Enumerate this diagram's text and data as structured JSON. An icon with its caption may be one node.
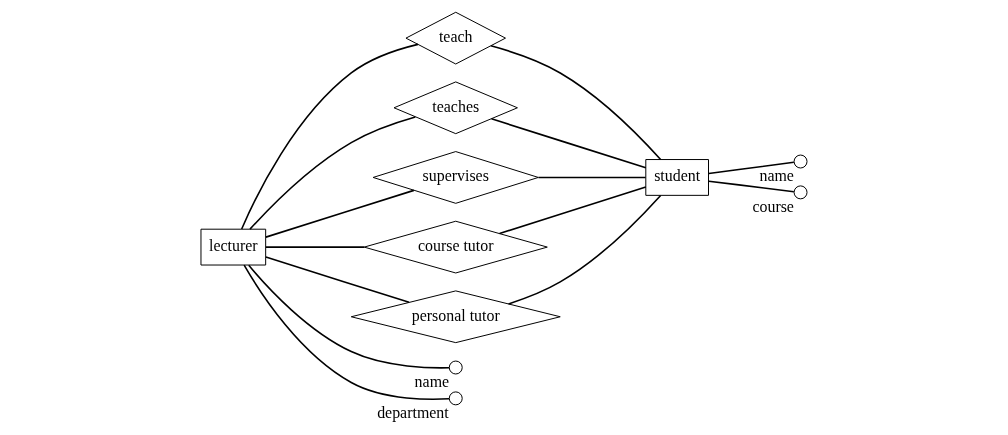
{
  "diagram": {
    "nodes": [
      {
        "text": [
          "lecturer"
        ]
      },
      {
        "text": [
          "student"
        ]
      },
      {
        "text": [
          "teach"
        ]
      },
      {
        "text": [
          "teaches"
        ]
      },
      {
        "text": [
          "supervises"
        ]
      },
      {
        "text": [
          "course tutor"
        ]
      },
      {
        "text": [
          "personal tutor"
        ]
      },
      {
        "text": [],
        "shape": "circle",
        "beside": [
          "name"
        ]
      },
      {
        "text": [],
        "shape": "circle",
        "beside": [
          "department"
        ]
      },
      {
        "text": [],
        "shape": "circle",
        "beside": [
          "name"
        ]
      },
      {
        "text": [],
        "shape": "circle",
        "beside": [
          "course"
        ]
      }
    ],
    "edges": [
      {
        "from": 0,
        "to": 2,
        "arrow": "none"
      },
      {
        "from": 2,
        "to": 1,
        "arrow": "none"
      },
      {
        "from": 0,
        "to": 3,
        "arrow": "none"
      },
      {
        "from": 3,
        "to": 1,
        "arrow": "none"
      },
      {
        "from": 0,
        "to": 4,
        "arrow": "none"
      },
      {
        "from": 4,
        "to": 1,
        "arrow": "none"
      },
      {
        "from": 0,
        "to": 5,
        "arrow": "none"
      },
      {
        "from": 5,
        "to": 1,
        "arrow": "none"
      },
      {
        "from": 0,
        "to": 6,
        "arrow": "none"
      },
      {
        "from": 6,
        "to": 1,
        "arrow": "none"
      },
      {
        "from": 0,
        "to": 7,
        "arrow": "none"
      },
      {
        "from": 0,
        "to": 8,
        "arrow": "none"
      },
      {
        "from": 1,
        "to": 9,
        "arrow": "none"
      },
      {
        "from": 1,
        "to": 10,
        "arrow": "none"
      }
    ]
  }
}
